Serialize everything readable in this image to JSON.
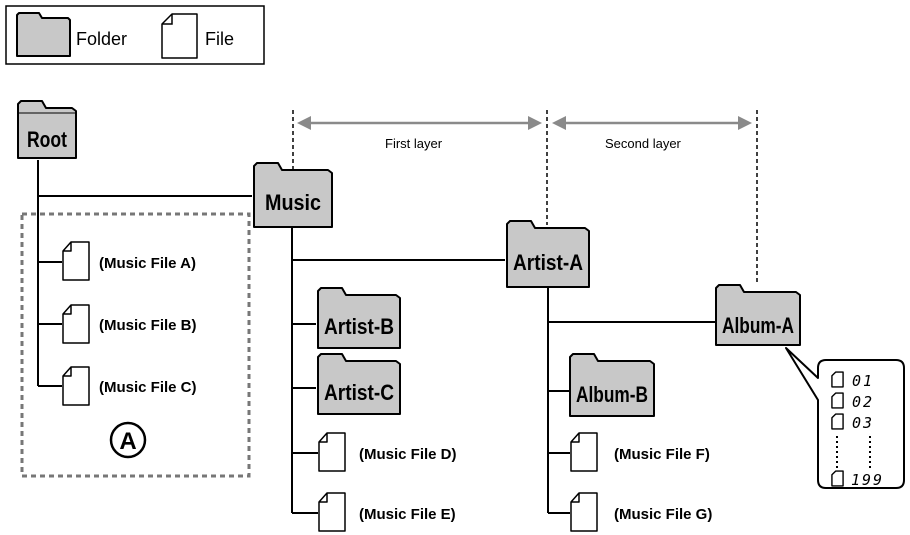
{
  "legend": {
    "folder_label": "Folder",
    "file_label": "File"
  },
  "layers": {
    "first": "First layer",
    "second": "Second layer"
  },
  "folders": {
    "root": "Root",
    "music": "Music",
    "artist_a": "Artist-A",
    "artist_b": "Artist-B",
    "artist_c": "Artist-C",
    "album_a": "Album-A",
    "album_b": "Album-B"
  },
  "files": {
    "a": "(Music File A)",
    "b": "(Music File B)",
    "c": "(Music File C)",
    "d": "(Music File D)",
    "e": "(Music File E)",
    "f": "(Music File F)",
    "g": "(Music File G)"
  },
  "marker": "A",
  "track_numbers": [
    "01",
    "02",
    "03",
    "199"
  ],
  "colors": {
    "folder_fill": "#c8c8c8",
    "arrow": "#8a8a8a",
    "dashed_box": "#777777"
  }
}
